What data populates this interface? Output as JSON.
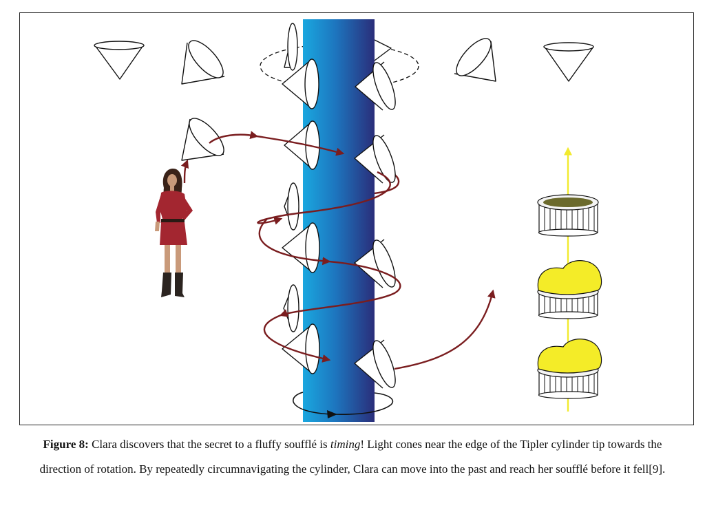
{
  "caption": {
    "label": "Figure 8:",
    "before": " Clara discovers that the secret to a fluffy soufflé is ",
    "emphasis": "timing",
    "after": "! Light cones near the edge of the Tipler cylinder tip towards the direction of rotation. By repeatedly circumnavigating the cylinder, Clara can move into the past and reach her soufflé before it fell[9]."
  },
  "colors": {
    "cylinder_light": "#1aa7df",
    "cylinder_dark": "#2a2e7a",
    "path": "#7a1d1f",
    "time_arrow": "#f2ea2e",
    "souffle": "#f4ec28",
    "fallen_souffle": "#6b6a2c",
    "dress": "#a32630"
  },
  "icons": {
    "person": "clara-figure",
    "cylinder": "tipler-cylinder",
    "souffle": "souffle-ramekin"
  }
}
